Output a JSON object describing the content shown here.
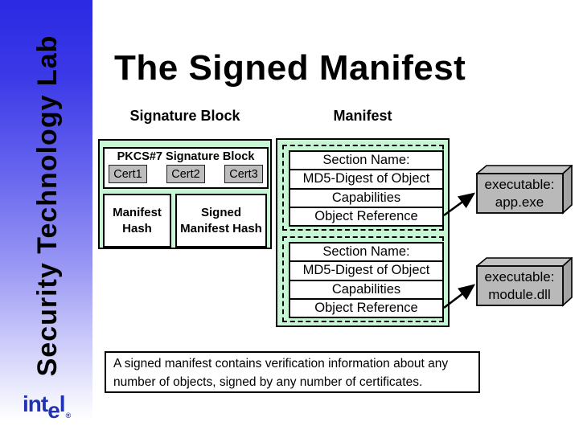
{
  "title": "The Signed Manifest",
  "sidebar": {
    "label": "Security Technology Lab",
    "logo_part1": "int",
    "logo_part_e": "e",
    "logo_part2": "l",
    "logo_registered": "®"
  },
  "headers": {
    "left": "Signature Block",
    "right": "Manifest"
  },
  "signature_block": {
    "title": "PKCS#7 Signature Block",
    "certs": [
      "Cert1",
      "Cert2",
      "Cert3"
    ],
    "manifest_hash": "Manifest Hash",
    "signed_manifest_hash": "Signed Manifest Hash"
  },
  "manifest": {
    "sections": [
      {
        "rows": [
          "Section Name:",
          "MD5-Digest of Object",
          "Capabilities",
          "Object Reference"
        ]
      },
      {
        "rows": [
          "Section Name:",
          "MD5-Digest of Object",
          "Capabilities",
          "Object Reference"
        ]
      }
    ]
  },
  "executables": [
    {
      "line1": "executable:",
      "line2": "app.exe"
    },
    {
      "line1": "executable:",
      "line2": "module.dll"
    }
  ],
  "caption": "A signed manifest contains verification information about any number of objects, signed by any number of certificates.",
  "colors": {
    "mint": "#c6f6d4",
    "box_gray": "#bdbdbd",
    "sidebar_blue": "#2b29e3",
    "intel_blue": "#2132b4"
  }
}
